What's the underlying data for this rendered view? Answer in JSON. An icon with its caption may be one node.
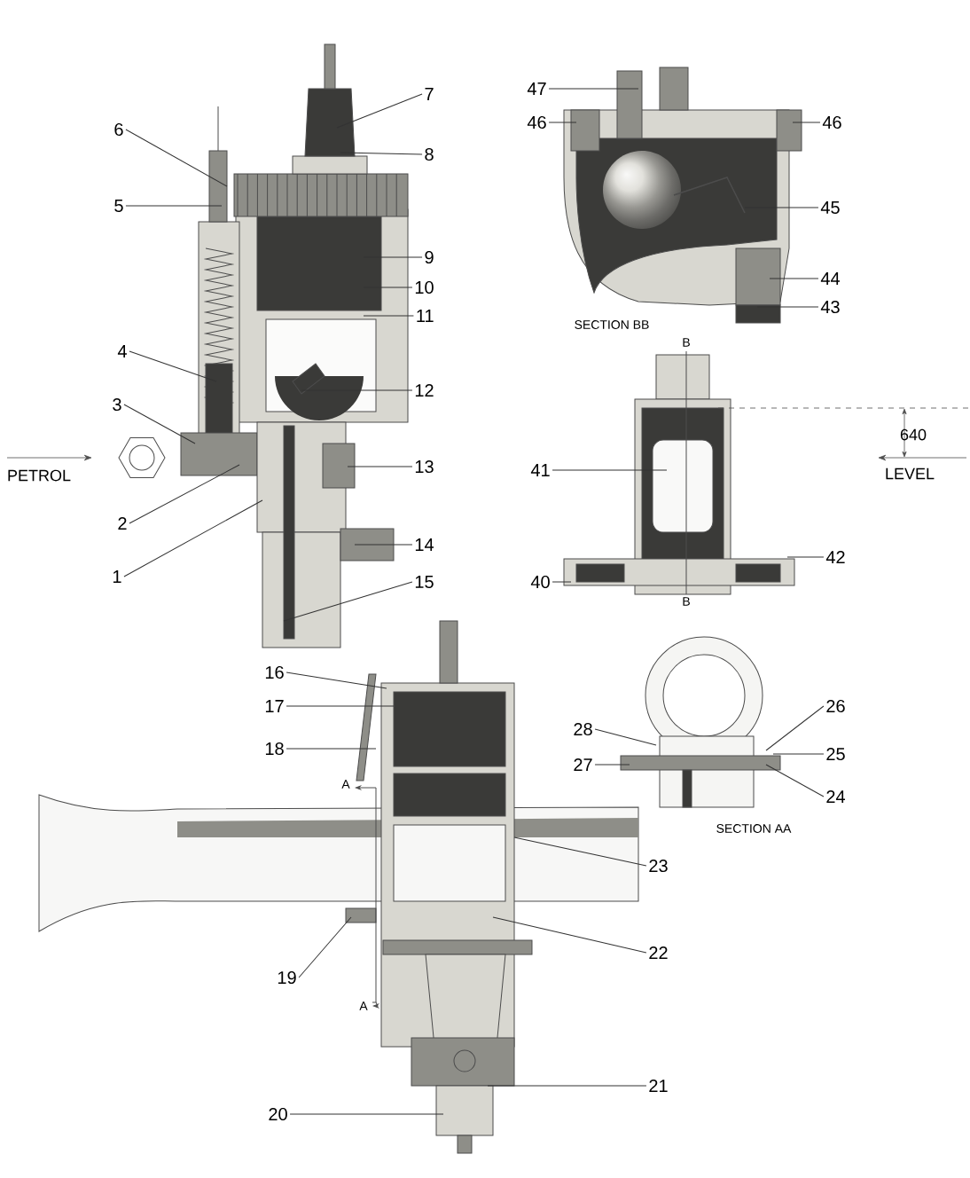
{
  "diagram": {
    "nodes": [
      {
        "text": [
          "1"
        ]
      },
      {
        "text": [
          "2"
        ]
      },
      {
        "text": [
          "3"
        ]
      },
      {
        "text": [
          "4"
        ]
      },
      {
        "text": [
          "5"
        ]
      },
      {
        "text": [
          "6"
        ]
      },
      {
        "text": [
          "7"
        ]
      },
      {
        "text": [
          "8"
        ]
      },
      {
        "text": [
          "9"
        ]
      },
      {
        "text": [
          "10"
        ]
      },
      {
        "text": [
          "11"
        ]
      },
      {
        "text": [
          "12"
        ]
      },
      {
        "text": [
          "13"
        ]
      },
      {
        "text": [
          "14"
        ]
      },
      {
        "text": [
          "15"
        ]
      },
      {
        "text": [
          "16"
        ]
      },
      {
        "text": [
          "17"
        ]
      },
      {
        "text": [
          "18"
        ]
      },
      {
        "text": [
          "19"
        ]
      },
      {
        "text": [
          "20"
        ]
      },
      {
        "text": [
          "21"
        ]
      },
      {
        "text": [
          "22"
        ]
      },
      {
        "text": [
          "23"
        ]
      },
      {
        "text": [
          "24"
        ]
      },
      {
        "text": [
          "25"
        ]
      },
      {
        "text": [
          "26"
        ]
      },
      {
        "text": [
          "27"
        ]
      },
      {
        "text": [
          "28"
        ]
      },
      {
        "text": [
          "40"
        ]
      },
      {
        "text": [
          "41"
        ]
      },
      {
        "text": [
          "42"
        ]
      },
      {
        "text": [
          "43"
        ]
      },
      {
        "text": [
          "44"
        ]
      },
      {
        "text": [
          "45"
        ]
      },
      {
        "text": [
          "46"
        ]
      },
      {
        "text": [
          "46"
        ]
      },
      {
        "text": [
          "47"
        ]
      }
    ],
    "edges": [
      {
        "from": 0,
        "to": null,
        "arrow": "none"
      },
      {
        "from": 1,
        "to": null,
        "arrow": "none"
      },
      {
        "from": 2,
        "to": null,
        "arrow": "none"
      },
      {
        "from": 3,
        "to": null,
        "arrow": "none"
      },
      {
        "from": 4,
        "to": null,
        "arrow": "none"
      },
      {
        "from": 5,
        "to": null,
        "arrow": "none"
      },
      {
        "from": 6,
        "to": null,
        "arrow": "none"
      },
      {
        "from": 7,
        "to": null,
        "arrow": "none"
      },
      {
        "from": 8,
        "to": null,
        "arrow": "none"
      },
      {
        "from": 9,
        "to": null,
        "arrow": "none"
      },
      {
        "from": 10,
        "to": null,
        "arrow": "none"
      },
      {
        "from": 11,
        "to": null,
        "arrow": "none"
      },
      {
        "from": 12,
        "to": null,
        "arrow": "none"
      },
      {
        "from": 13,
        "to": null,
        "arrow": "none"
      },
      {
        "from": 14,
        "to": null,
        "arrow": "none"
      },
      {
        "from": 15,
        "to": null,
        "arrow": "none"
      },
      {
        "from": 16,
        "to": null,
        "arrow": "none"
      },
      {
        "from": 17,
        "to": null,
        "arrow": "none"
      },
      {
        "from": 18,
        "to": null,
        "arrow": "none"
      },
      {
        "from": 19,
        "to": null,
        "arrow": "none"
      },
      {
        "from": 20,
        "to": null,
        "arrow": "none"
      },
      {
        "from": 21,
        "to": null,
        "arrow": "none"
      },
      {
        "from": 22,
        "to": null,
        "arrow": "none"
      },
      {
        "from": 23,
        "to": null,
        "arrow": "none"
      },
      {
        "from": 24,
        "to": null,
        "arrow": "none"
      },
      {
        "from": 25,
        "to": null,
        "arrow": "none"
      },
      {
        "from": 26,
        "to": null,
        "arrow": "none"
      },
      {
        "from": 27,
        "to": null,
        "arrow": "none"
      },
      {
        "from": 28,
        "to": null,
        "arrow": "none"
      },
      {
        "from": 29,
        "to": null,
        "arrow": "none"
      },
      {
        "from": 30,
        "to": null,
        "arrow": "none"
      },
      {
        "from": 31,
        "to": null,
        "arrow": "none"
      },
      {
        "from": 32,
        "to": null,
        "arrow": "none"
      },
      {
        "from": 33,
        "to": null,
        "arrow": "none"
      },
      {
        "from": 34,
        "to": null,
        "arrow": "none"
      },
      {
        "from": 35,
        "to": null,
        "arrow": "none"
      },
      {
        "from": 36,
        "to": null,
        "arrow": "none"
      }
    ],
    "labels": [
      "PETROL",
      "SECTION BB",
      "B",
      "B",
      "640",
      "LEVEL",
      "SECTION AA",
      "A",
      "A"
    ]
  }
}
